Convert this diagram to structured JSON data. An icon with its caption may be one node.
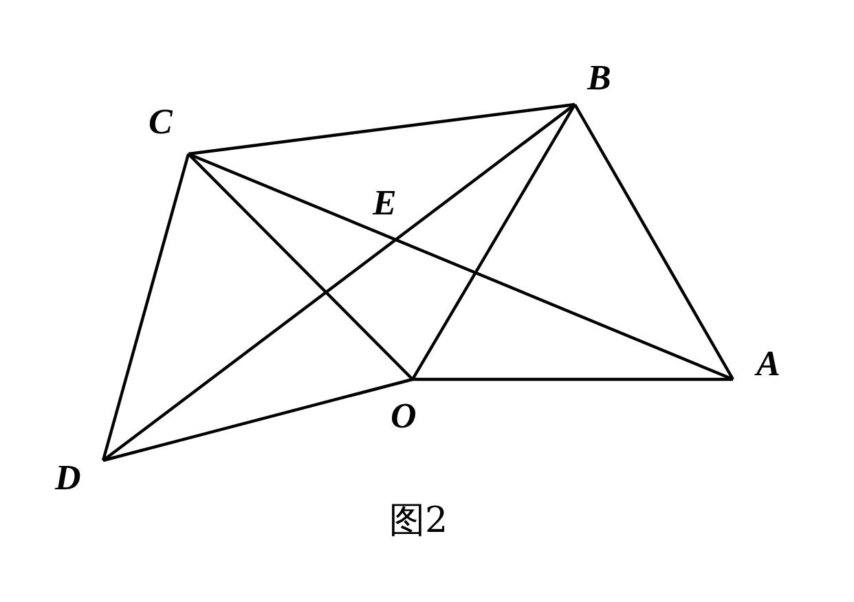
{
  "diagram": {
    "caption": "图2",
    "nodes": [
      {
        "text": [
          "C"
        ]
      },
      {
        "text": [
          "B"
        ]
      },
      {
        "text": [
          "A"
        ]
      },
      {
        "text": [
          "O"
        ]
      },
      {
        "text": [
          "D"
        ]
      }
    ],
    "edges": [
      {
        "from": 0,
        "to": 1,
        "arrow": "none"
      },
      {
        "from": 1,
        "to": 2,
        "arrow": "none"
      },
      {
        "from": 0,
        "to": 2,
        "arrow": "none"
      },
      {
        "from": 4,
        "to": 1,
        "arrow": "none"
      },
      {
        "from": 0,
        "to": 4,
        "arrow": "none"
      },
      {
        "from": 0,
        "to": 3,
        "arrow": "none"
      },
      {
        "from": 3,
        "to": 1,
        "arrow": "none"
      },
      {
        "from": 3,
        "to": 2,
        "arrow": "none"
      },
      {
        "from": 4,
        "to": 3,
        "arrow": "none"
      }
    ],
    "labels": [
      "E"
    ]
  }
}
